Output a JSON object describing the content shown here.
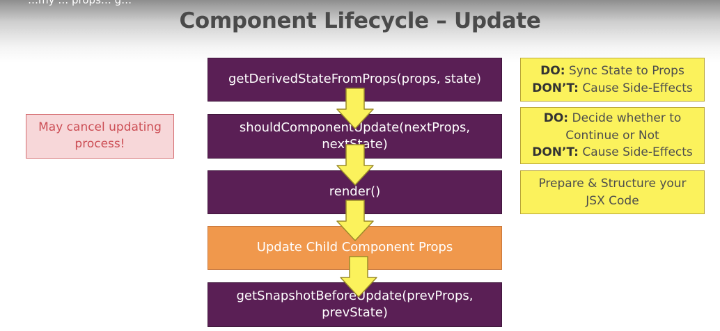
{
  "top_text": "…my … props… g…",
  "title": "Component Lifecycle – Update",
  "steps": [
    {
      "label": "getDerivedStateFromProps(props, state)"
    },
    {
      "line1": "shouldComponentUpdate(nextProps,",
      "line2": "nextState)"
    },
    {
      "label": "render()"
    },
    {
      "label": "Update Child Component Props"
    },
    {
      "line1": "getSnapshotBeforeUpdate(prevProps,",
      "line2": "prevState)"
    }
  ],
  "warning": {
    "line1": "May cancel updating",
    "line2": "process!"
  },
  "notes": [
    {
      "do_label": "DO:",
      "do_text": " Sync State to Props",
      "dont_label": "DON’T:",
      "dont_text": " Cause Side-Effects"
    },
    {
      "do_label": "DO:",
      "do_text": " Decide whether to",
      "do_text2": "Continue or Not",
      "dont_label": "DON’T:",
      "dont_text": " Cause Side-Effects"
    },
    {
      "line1": "Prepare & Structure your",
      "line2": "JSX Code"
    }
  ],
  "colors": {
    "step_purple": "#5a1f55",
    "child_orange": "#f0984c",
    "note_yellow": "#fbf25c",
    "arrow_yellow": "#fbf25c",
    "warning_pink": "#f7d7d9",
    "warning_text": "#cc4e55"
  }
}
